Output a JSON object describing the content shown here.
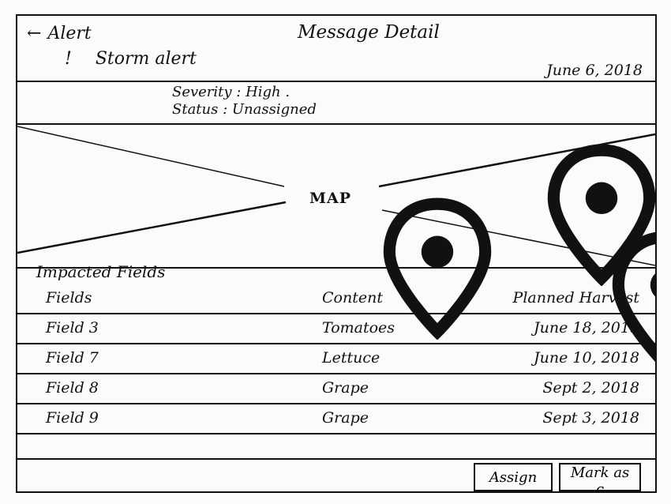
{
  "header": {
    "back_arrow": "←",
    "back_label": "Alert",
    "title": "Message Detail",
    "alert_icon": "!",
    "alert_title": "Storm alert",
    "date": "June 6, 2018"
  },
  "meta": {
    "severity": "Severity : High .",
    "status": "Status : Unassigned"
  },
  "map": {
    "label": "MAP",
    "pins": [
      "map-pin-icon",
      "map-pin-icon",
      "map-pin-icon",
      "map-pin-icon"
    ]
  },
  "impacted": {
    "title": "Impacted Fields",
    "headers": [
      "Fields",
      "Content",
      "Planned Harvest"
    ],
    "rows": [
      [
        "Field 3",
        "Tomatoes",
        "June 18, 2018"
      ],
      [
        "Field 7",
        "Lettuce",
        "June 10, 2018"
      ],
      [
        "Field 8",
        "Grape",
        "Sept 2, 2018"
      ],
      [
        "Field 9",
        "Grape",
        "Sept 3, 2018"
      ]
    ]
  },
  "actions": {
    "assign": "Assign",
    "mark": "Mark as c"
  }
}
